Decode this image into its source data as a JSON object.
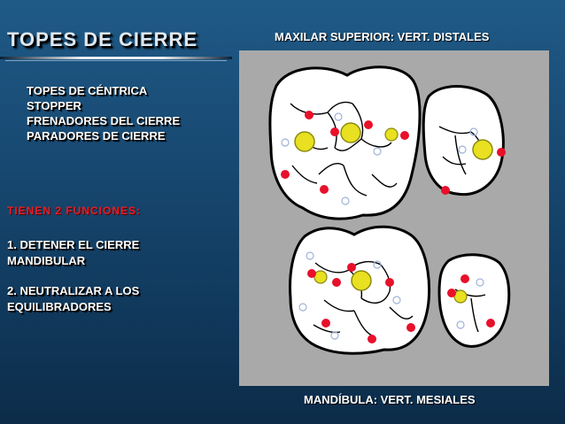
{
  "title": "TOPES DE CIERRE",
  "top_label": "MAXILAR SUPERIOR: VERT. DISTALES",
  "terms": [
    "TOPES DE CÉNTRICA",
    "STOPPER",
    "FRENADORES DEL CIERRE",
    "PARADORES DE CIERRE"
  ],
  "functions_heading": "TIENEN 2 FUNCIONES:",
  "function_1": [
    "1. DETENER EL CIERRE",
    "MANDIBULAR"
  ],
  "function_2": [
    "2. NEUTRALIZAR A LOS",
    "EQUILIBRADORES"
  ],
  "bottom_label": "MANDÍBULA: VERT. MESIALES",
  "colors": {
    "background": "#184a73",
    "heading_red": "#e0202a",
    "panel_gray": "#a9a9a9",
    "stop_red": "#e8102a",
    "contact_yellow": "#e8e020"
  }
}
